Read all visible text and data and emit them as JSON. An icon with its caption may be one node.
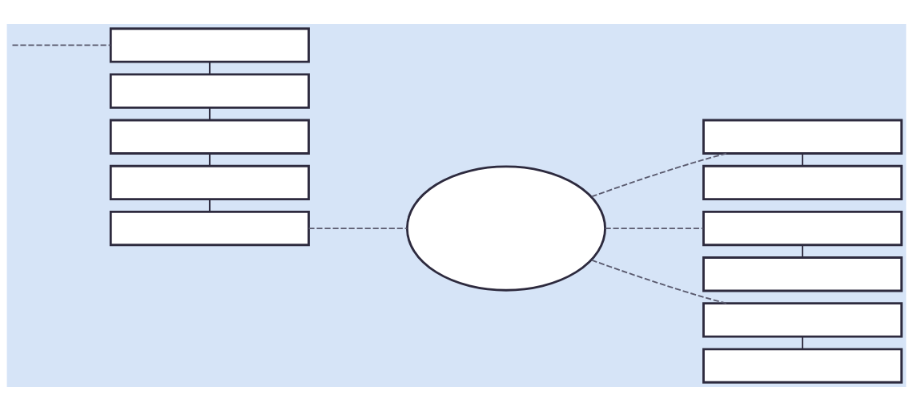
{
  "diagram": {
    "nodes": [
      {
        "text": [],
        "shape": "box"
      },
      {
        "text": [],
        "shape": "box"
      },
      {
        "text": [],
        "shape": "box"
      },
      {
        "text": [],
        "shape": "box"
      },
      {
        "text": [],
        "shape": "box"
      },
      {
        "text": [],
        "shape": "cloud"
      },
      {
        "text": [],
        "shape": "box"
      },
      {
        "text": [],
        "shape": "box"
      },
      {
        "text": [],
        "shape": "box"
      },
      {
        "text": [],
        "shape": "box"
      },
      {
        "text": [],
        "shape": "box"
      },
      {
        "text": [],
        "shape": "box"
      }
    ],
    "edges": [
      {
        "from": null,
        "to": 0,
        "arrow": "none",
        "style": "dashed"
      },
      {
        "from": 0,
        "to": 1,
        "arrow": "none"
      },
      {
        "from": 1,
        "to": 2,
        "arrow": "none"
      },
      {
        "from": 2,
        "to": 3,
        "arrow": "none"
      },
      {
        "from": 3,
        "to": 4,
        "arrow": "none"
      },
      {
        "from": 4,
        "to": 5,
        "arrow": "none",
        "style": "dashed"
      },
      {
        "from": 5,
        "to": 6,
        "arrow": "none",
        "style": "dashed"
      },
      {
        "from": 5,
        "to": 8,
        "arrow": "none",
        "style": "dashed"
      },
      {
        "from": 5,
        "to": 10,
        "arrow": "none",
        "style": "dashed"
      },
      {
        "from": 6,
        "to": 7,
        "arrow": "none"
      },
      {
        "from": 8,
        "to": 9,
        "arrow": "none"
      },
      {
        "from": 10,
        "to": 11,
        "arrow": "none"
      }
    ]
  }
}
